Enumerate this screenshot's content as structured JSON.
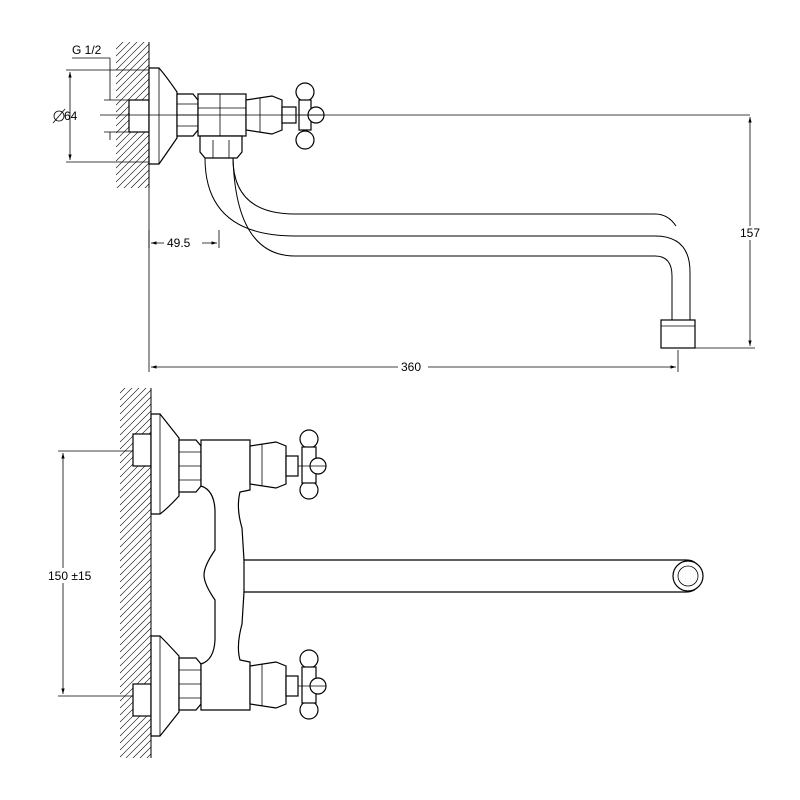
{
  "dimensions": {
    "thread": "G 1/2",
    "diameter": "64",
    "offset": "49.5",
    "spout_height": "157",
    "spout_length": "360",
    "center_distance": "150 ±15"
  },
  "colors": {
    "line": "#000000",
    "background": "#ffffff"
  }
}
